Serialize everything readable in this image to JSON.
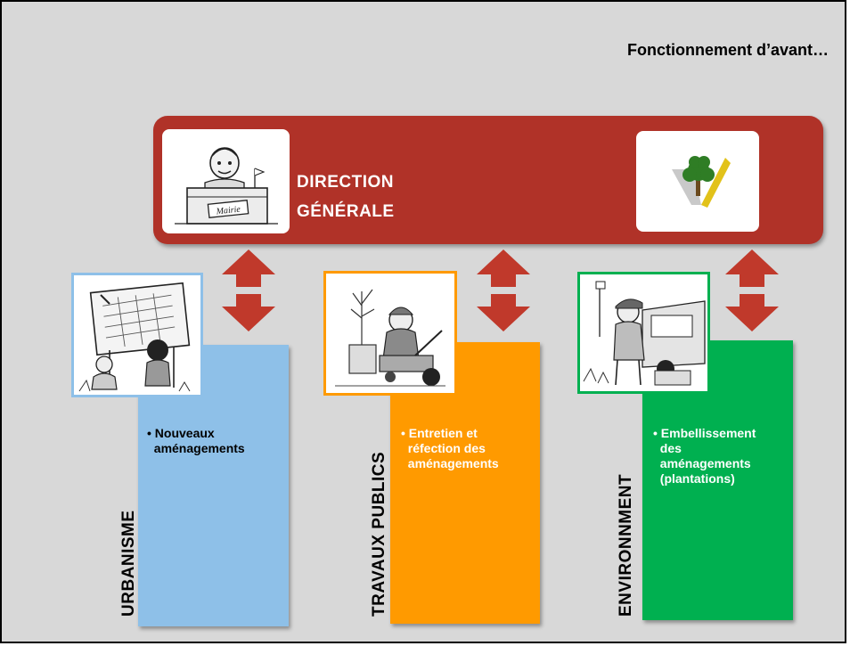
{
  "header": {
    "title": "Fonctionnement d’avant…"
  },
  "direction": {
    "label_line1": "DIRECTION",
    "label_line2": "GÉNÉRALE",
    "fill_color": "#b03228"
  },
  "departments": [
    {
      "name": "URBANISME",
      "color": "#8ec0e8",
      "frame_color": "#8ec0e8",
      "bullet": "• Nouveaux\n  aménagements",
      "text_color": "#000000"
    },
    {
      "name": "TRAVAUX PUBLICS",
      "color": "#ff9a00",
      "frame_color": "#ff9a00",
      "bullet": "• Entretien et\n  réfection des\n  aménagements",
      "text_color": "#ffffff"
    },
    {
      "name": "ENVIRONNMENT",
      "color": "#00b050",
      "frame_color": "#00b050",
      "bullet": "• Embellissement\n  des\n  aménagements\n  (plantations)",
      "text_color": "#ffffff"
    }
  ],
  "arrow_color": "#c0392b"
}
